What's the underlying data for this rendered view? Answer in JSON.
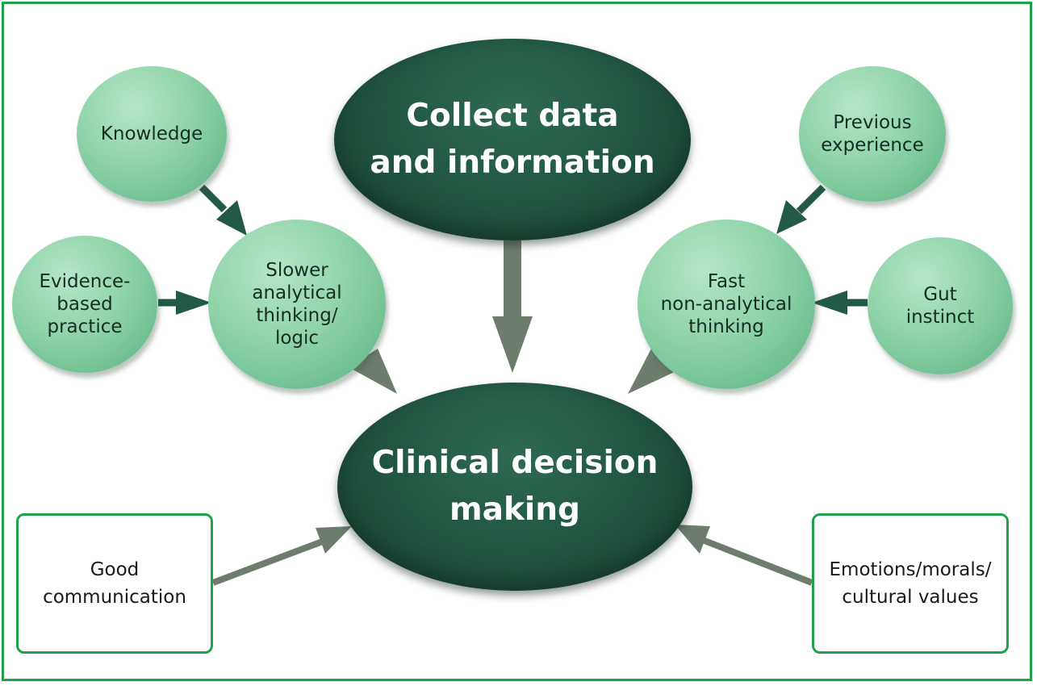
{
  "colors": {
    "frame": "#1ea34a",
    "light_node": "#8fd3aa",
    "dark_node": "#235a45",
    "arrow_dark": "#235a45",
    "arrow_grey": "#6d7c6d"
  },
  "nodes": {
    "collect": {
      "label": "Collect data\nand information"
    },
    "clinical": {
      "label": "Clinical decision\nmaking"
    },
    "knowledge": {
      "label": "Knowledge"
    },
    "evidence": {
      "label": "Evidence-\nbased\npractice"
    },
    "slower": {
      "label": "Slower\nanalytical\nthinking/\nlogic"
    },
    "previous": {
      "label": "Previous\nexperience"
    },
    "fast": {
      "label": "Fast\nnon-analytical\nthinking"
    },
    "gut": {
      "label": "Gut\ninstinct"
    },
    "communication": {
      "label": "Good\ncommunication"
    },
    "emotions": {
      "label": "Emotions/morals/\ncultural values"
    }
  }
}
